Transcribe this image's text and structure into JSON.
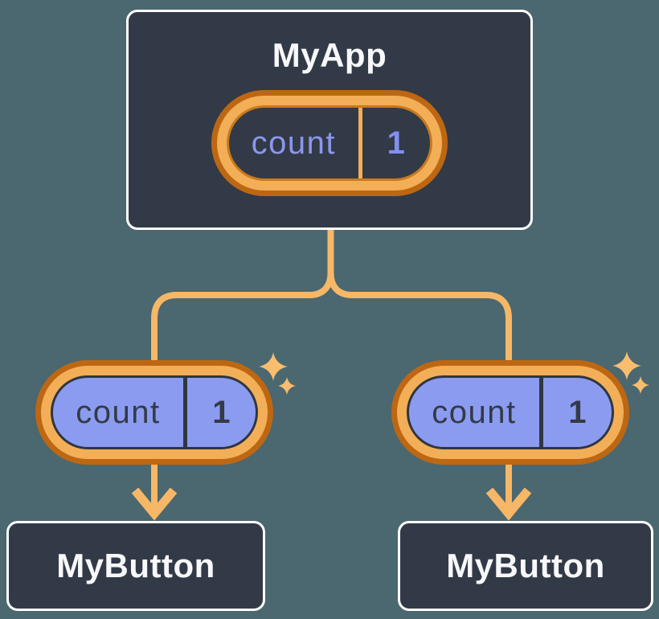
{
  "colors": {
    "background": "#4b6770",
    "card_background": "#333a47",
    "card_border": "#ffffff",
    "title_text": "#f7f8fa",
    "wire_orange": "#f6b766",
    "ring_light_orange": "#f3ae58",
    "ring_dark_orange": "#bd6713",
    "state_purple_fill": "#8b9cf0",
    "state_purple_text": "#8c97ec",
    "dark_text": "#333a47",
    "sparkle": "#f8bd6e"
  },
  "tree": {
    "root": {
      "title": "MyApp",
      "state": {
        "name": "count",
        "value": "1"
      }
    },
    "children": [
      {
        "title": "MyButton",
        "prop": {
          "name": "count",
          "value": "1"
        }
      },
      {
        "title": "MyButton",
        "prop": {
          "name": "count",
          "value": "1"
        }
      }
    ]
  }
}
